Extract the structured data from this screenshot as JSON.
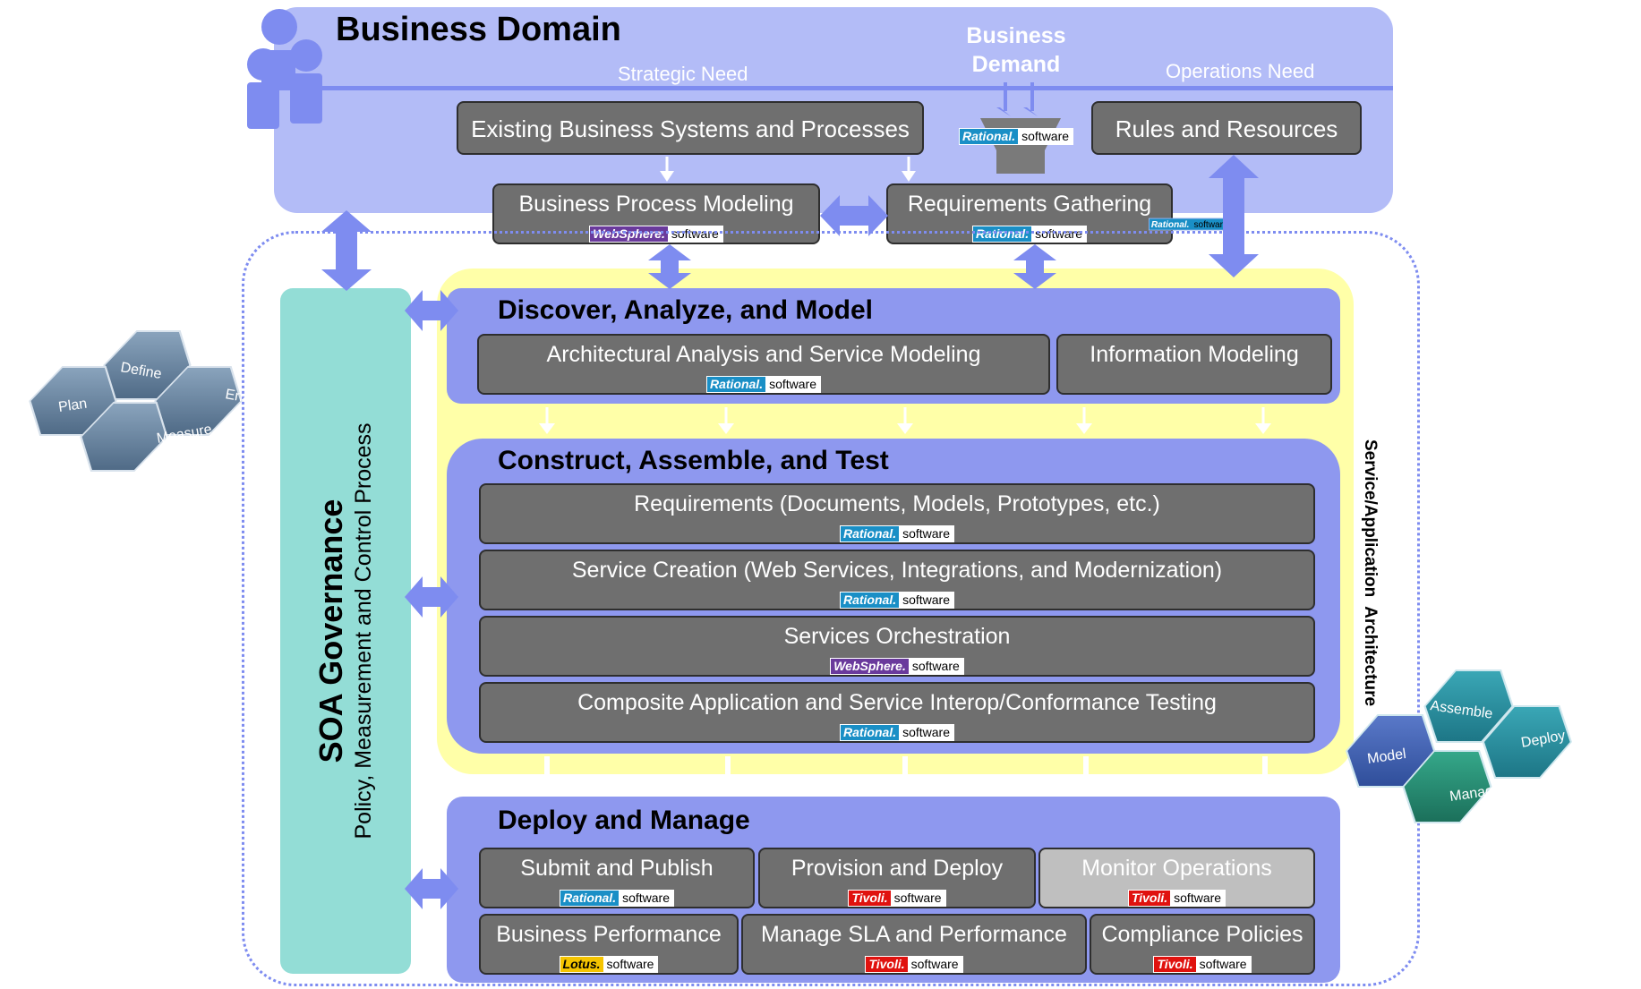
{
  "colors": {
    "business_domain": "#b3bcf7",
    "phase_panel": "#8e98ef",
    "yellow_band": "#ffffa8",
    "governance": "#93ddd6",
    "box_fill": "#6f6f6f",
    "box_light": "#bfbfbf",
    "rational": "#1a8fc6",
    "websphere": "#6a3a9c",
    "tivoli": "#e0120f",
    "lotus": "#f5c400",
    "arrow": "#7e8cf0"
  },
  "business_domain": {
    "title": "Business Domain",
    "business_demand": "Business Demand",
    "strategic_need": "Strategic Need",
    "operations_need": "Operations Need",
    "existing_systems": "Existing Business Systems and Processes",
    "rules_resources": "Rules and Resources",
    "bpm": {
      "label": "Business Process Modeling",
      "brand": "WebSphere.",
      "sw": "software"
    },
    "req_gathering": {
      "label": "Requirements Gathering",
      "brand": "Rational.",
      "sw": "software"
    },
    "funnel_badge": {
      "brand": "Rational.",
      "sw": "software"
    },
    "small_badge": {
      "brand": "Rational.",
      "sw": "software"
    }
  },
  "governance": {
    "title": "SOA Governance",
    "subtitle": "Policy, Measurement and Control Process"
  },
  "side_label": "Service/Application  Architecture",
  "discover": {
    "title": "Discover, Analyze, and Model",
    "items": [
      {
        "label": "Architectural Analysis and Service Modeling",
        "brand": "Rational.",
        "sw": "software"
      },
      {
        "label": "Information Modeling"
      }
    ]
  },
  "construct": {
    "title": "Construct, Assemble, and Test",
    "items": [
      {
        "label": "Requirements (Documents, Models, Prototypes, etc.)",
        "brand": "Rational.",
        "sw": "software"
      },
      {
        "label": "Service Creation (Web Services, Integrations, and Modernization)",
        "brand": "Rational.",
        "sw": "software"
      },
      {
        "label": "Services Orchestration",
        "brand": "WebSphere.",
        "sw": "software"
      },
      {
        "label": "Composite Application and Service Interop/Conformance Testing",
        "brand": "Rational.",
        "sw": "software"
      }
    ]
  },
  "deploy": {
    "title": "Deploy and Manage",
    "row1": [
      {
        "label": "Submit and Publish",
        "brand": "Rational.",
        "sw": "software"
      },
      {
        "label": "Provision and Deploy",
        "brand": "Tivoli.",
        "sw": "software"
      },
      {
        "label": "Monitor Operations",
        "brand": "Tivoli.",
        "sw": "software"
      }
    ],
    "row2": [
      {
        "label": "Business Performance",
        "brand": "Lotus.",
        "sw": "software"
      },
      {
        "label": "Manage SLA and Performance",
        "brand": "Tivoli.",
        "sw": "software"
      },
      {
        "label": "Compliance Policies",
        "brand": "Tivoli.",
        "sw": "software"
      }
    ]
  },
  "governance_hex": [
    "Define",
    "Plan",
    "Enable",
    "Measure"
  ],
  "lifecycle_hex": [
    "Assemble",
    "Model",
    "Deploy",
    "Manage"
  ]
}
